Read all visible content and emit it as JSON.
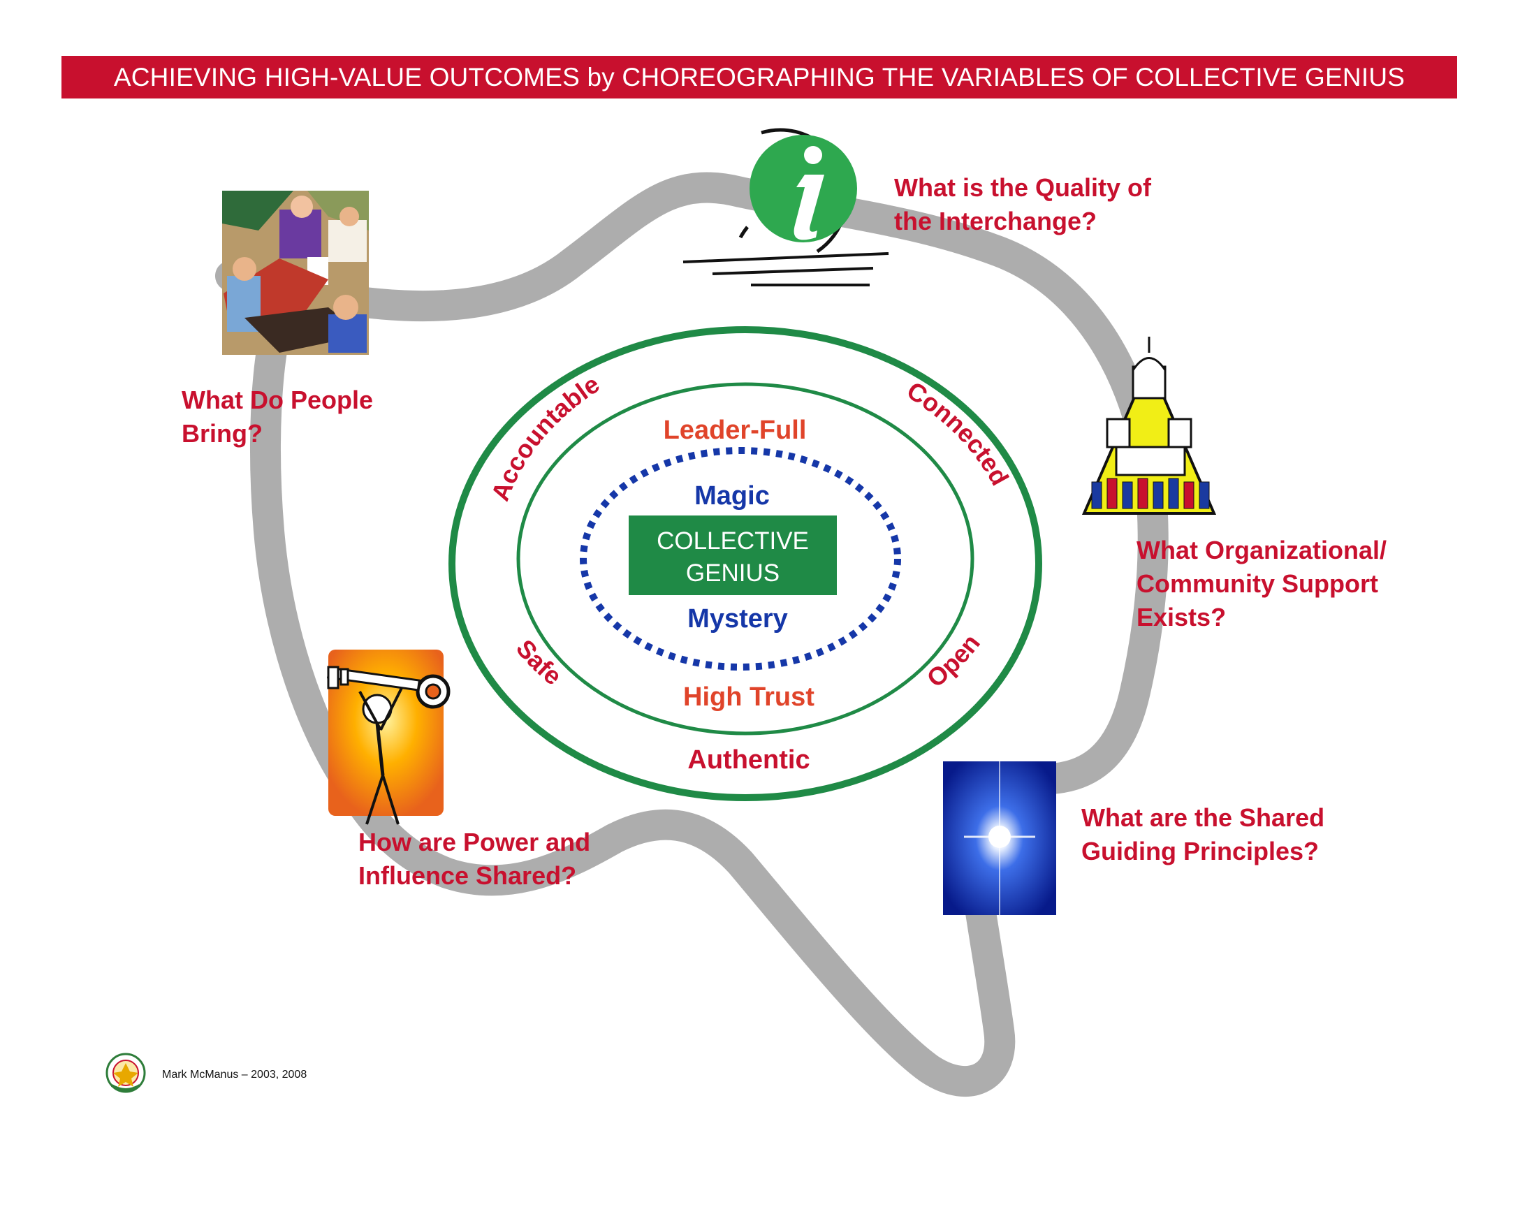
{
  "title": "ACHIEVING HIGH-VALUE OUTCOMES by CHOREOGRAPHING THE VARIABLES OF  COLLECTIVE GENIUS",
  "center": {
    "label_line1": "COLLECTIVE",
    "label_line2": "GENIUS",
    "inner_top": "Magic",
    "inner_bottom": "Mystery"
  },
  "middle_ring": {
    "top": "Leader-Full",
    "bottom": "High Trust"
  },
  "outer_ring": {
    "upper_left": "Accountable",
    "upper_right": "Connected",
    "lower_left": "Safe",
    "lower_right": "Open",
    "bottom": "Authentic"
  },
  "questions": {
    "people": [
      "What Do People",
      "Bring?"
    ],
    "interchange": [
      "What is the Quality of",
      "the Interchange?"
    ],
    "support": [
      "What Organizational/",
      "Community Support",
      "Exists?"
    ],
    "principles": [
      "What are the Shared",
      "Guiding Principles?"
    ],
    "power": [
      "How are Power and",
      "Influence Shared?"
    ]
  },
  "icons": {
    "people": "meeting-people-icon",
    "interchange": "info-icon",
    "support": "capitol-community-icon",
    "principles": "starburst-light-icon",
    "power": "person-holding-key-icon",
    "logo": "organization-seal-logo"
  },
  "credit": "Mark McManus – 2003, 2008",
  "colors": {
    "red": "#c8102e",
    "green": "#1f8a46",
    "blue": "#1537a8",
    "orange_red": "#e0442a",
    "path_gray": "#a9a9a9"
  }
}
